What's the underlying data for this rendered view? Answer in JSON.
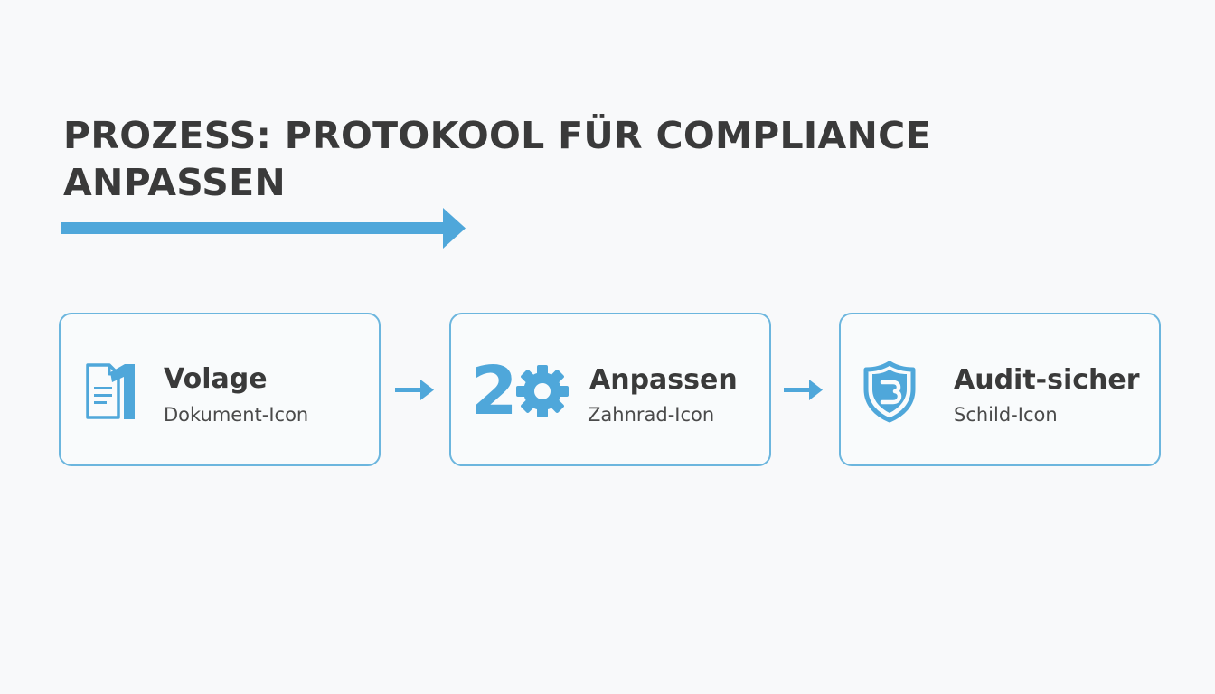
{
  "title": "PROZESS: PROTOKOOL FÜR COMPLIANCE ANPASSEN",
  "colors": {
    "accent": "#4fa7da",
    "card_border": "#6cb6de",
    "text": "#3a3a3a",
    "background": "#f8f9fa"
  },
  "steps": [
    {
      "number": "",
      "title": "Volage",
      "subtitle": "Dokument-Icon",
      "icon": "document-icon"
    },
    {
      "number": "2",
      "title": "Anpassen",
      "subtitle": "Zahnrad-Icon",
      "icon": "gear-icon"
    },
    {
      "number": "",
      "title": "Audit-sicher",
      "subtitle": "Schild-Icon",
      "icon": "shield-icon"
    }
  ]
}
